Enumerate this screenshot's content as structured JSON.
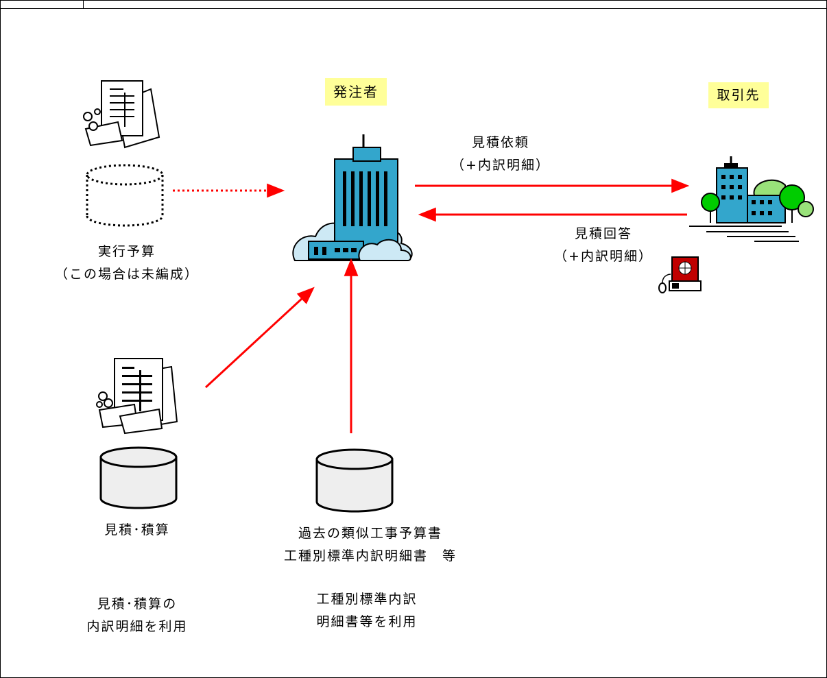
{
  "colors": {
    "arrow": "#ff0000",
    "highlight": "#ffff99",
    "building": "#33a6cc",
    "tree": "#00cc00"
  },
  "labels": {
    "orderer": "発注者",
    "supplier": "取引先",
    "request_line1": "見積依頼",
    "request_line2": "（+内訳明細）",
    "answer_line1": "見積回答",
    "answer_line2": "（+内訳明細）",
    "budget_line1": "実行予算",
    "budget_line2": "（この場合は未編成）",
    "estimate": "見積･積算",
    "past_line1": "過去の類似工事予算書",
    "past_line2": "工種別標準内訳明細書　等",
    "use_estimate_line1": "見積･積算の",
    "use_estimate_line2": "内訳明細を利用",
    "use_standard_line1": "工種別標準内訳",
    "use_standard_line2": "明細書等を利用"
  },
  "icons": [
    "document-stack-icon",
    "dashed-database-icon",
    "headquarters-building-icon",
    "supplier-building-icon",
    "computer-terminal-icon",
    "database-icon"
  ]
}
